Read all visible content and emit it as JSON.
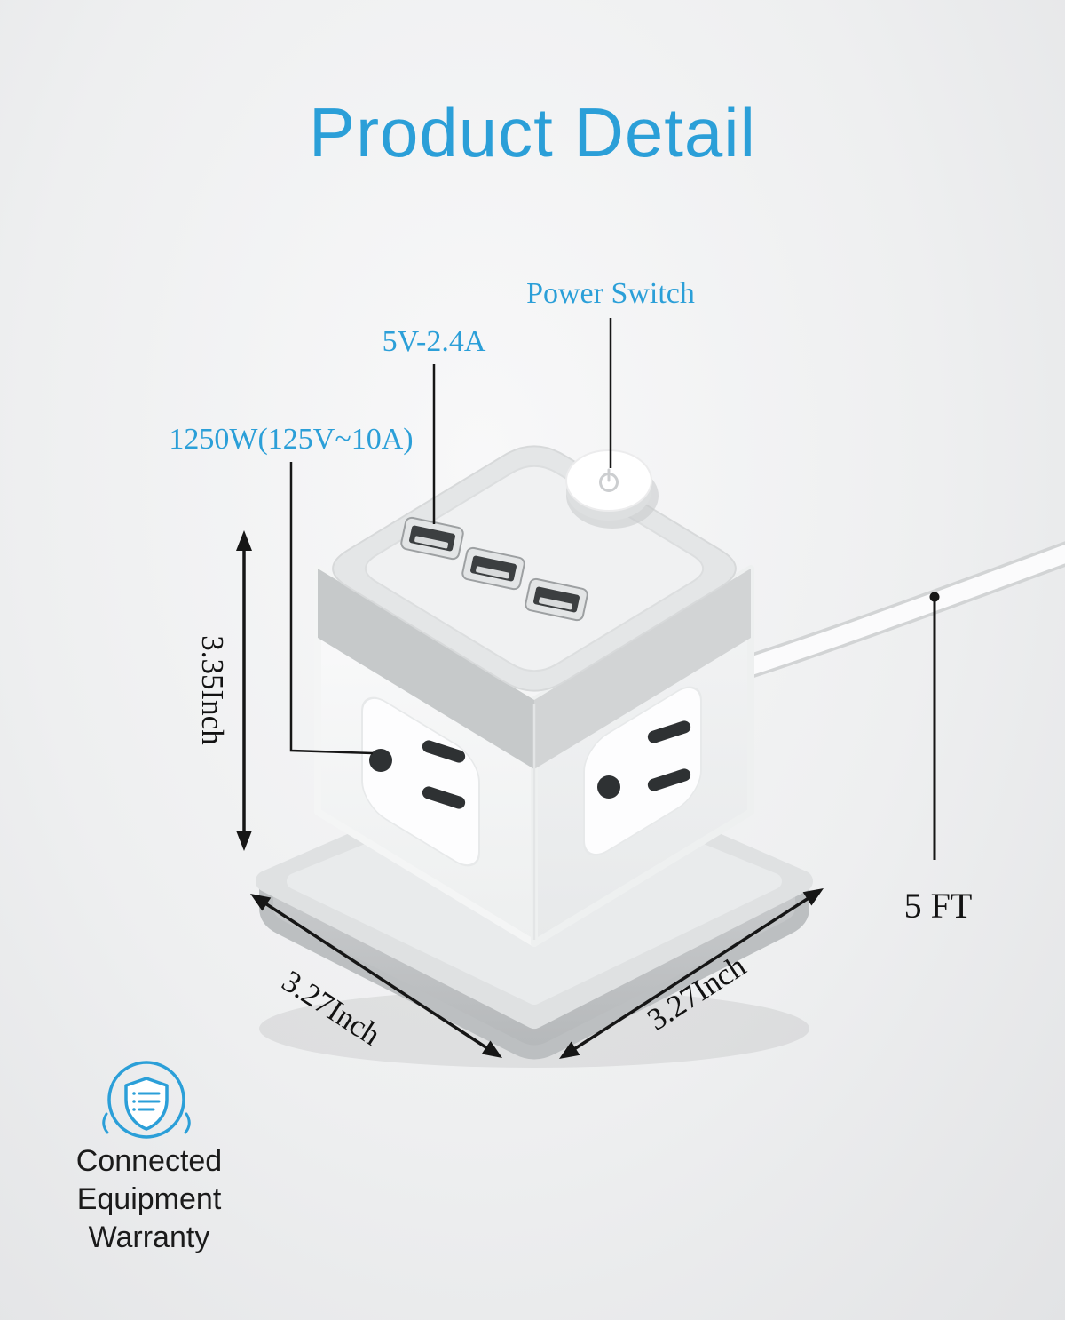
{
  "title": "Product Detail",
  "annotations": {
    "power_switch": "Power Switch",
    "usb_output": "5V-2.4A",
    "power_rating": "1250W(125V~10A)"
  },
  "dimensions": {
    "height": "3.35Inch",
    "width_left": "3.27Inch",
    "width_right": "3.27Inch",
    "cable_length": "5 FT"
  },
  "warranty": {
    "line1": "Connected",
    "line2": "Equipment",
    "line3": "Warranty"
  },
  "colors": {
    "accent_blue": "#2b9fd8",
    "text_black": "#121212",
    "cube_white": "#f7f8f8",
    "cube_gray_band": "#c9cccd",
    "base_gray": "#c2c5c6"
  },
  "icons": {
    "warranty_badge": "shield-document-icon",
    "power_button": "power-icon",
    "usb_ports": "usb-port-icon",
    "arrows": "double-headed-arrow-icon"
  }
}
